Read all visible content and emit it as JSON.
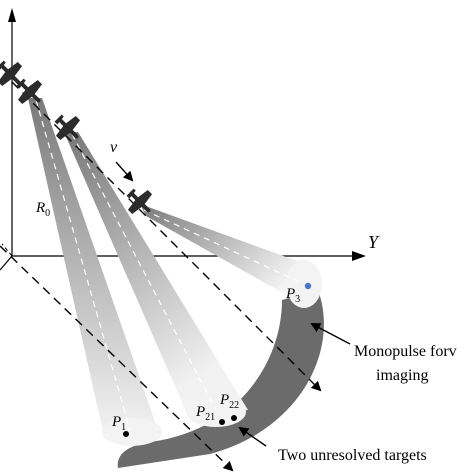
{
  "axes": {
    "y_label": "Y"
  },
  "labels": {
    "range": "R",
    "range_sub": "0",
    "velocity": "v",
    "p1": "P",
    "p1_sub": "1",
    "p21": "P",
    "p21_sub": "21",
    "p22": "P",
    "p22_sub": "22",
    "p3": "P",
    "p3_sub": "3",
    "arc_note_line1": "Monopulse forv",
    "arc_note_line2": "imaging",
    "targets_note": "Two unresolved targets"
  },
  "colors": {
    "arc_fill": "#6b6b6b",
    "beam_fill": "#9a9a9a",
    "target_p3": "#4a78c8"
  }
}
